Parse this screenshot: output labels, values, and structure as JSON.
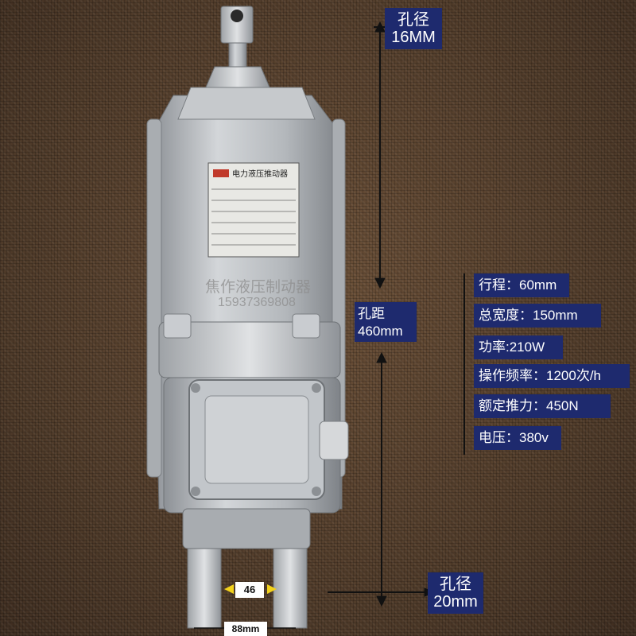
{
  "labels": {
    "top_hole": [
      "孔径",
      "16MM"
    ],
    "spacing": [
      "孔距",
      "460mm"
    ],
    "bottom_hole": [
      "孔径",
      "20mm"
    ],
    "inner_gap": "46",
    "outer_width": "88mm"
  },
  "specs": [
    "行程：60mm",
    "总宽度：150mm",
    "功率:210W",
    "操作频率：1200次/h",
    "额定推力：450N",
    "电压：380v"
  ],
  "watermark": {
    "company": "焦作液压制动器",
    "phone": "15937369808"
  },
  "nameplate": {
    "title": "电力液压推动器"
  },
  "colors": {
    "label_bg": "#1e2a6e",
    "background": "#5a4330",
    "metal": "#b8bcc0"
  }
}
